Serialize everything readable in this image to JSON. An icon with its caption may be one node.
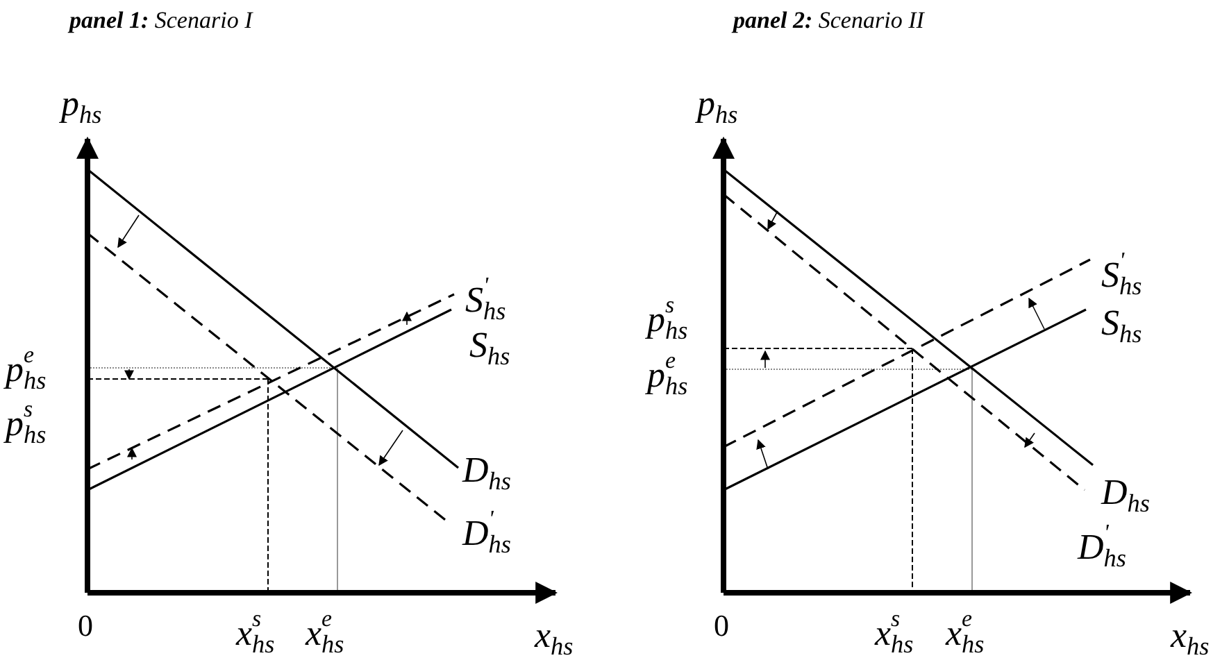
{
  "diagram": {
    "labels": [
      "**panel 1:** Scenario I",
      "**panel 2:** Scenario II",
      "p$_{hs}$",
      "S$^{'}$$_{hs}$",
      "S$_{hs}$",
      "p$^{e}$$_{hs}$",
      "p$^{s}$$_{hs}$",
      "D$_{hs}$",
      "D$^{'}$$_{hs}$",
      "0",
      "x$^{s}$$_{hs}$",
      "x$^{e}$$_{hs}$",
      "x$_{hs}$",
      "p$_{hs}$",
      "S$^{'}$$_{hs}$",
      "p$^{s}$$_{hs}$",
      "S$_{hs}$",
      "p$^{e}$$_{hs}$",
      "D$_{hs}$",
      "D$^{'}$$_{hs}$",
      "0",
      "x$^{s}$$_{hs}$",
      "x$^{e}$$_{hs}$",
      "x$_{hs}$"
    ]
  }
}
